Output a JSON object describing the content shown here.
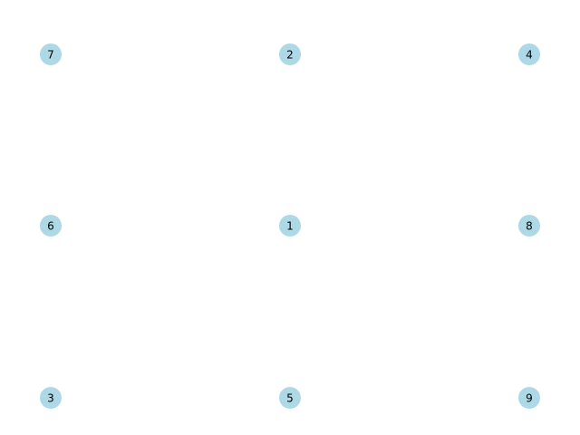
{
  "graph": {
    "node_color": "#add8e6",
    "label_color": "#000000",
    "nodes": [
      {
        "id": "7",
        "label": "7"
      },
      {
        "id": "2",
        "label": "2"
      },
      {
        "id": "4",
        "label": "4"
      },
      {
        "id": "6",
        "label": "6"
      },
      {
        "id": "1",
        "label": "1"
      },
      {
        "id": "8",
        "label": "8"
      },
      {
        "id": "3",
        "label": "3"
      },
      {
        "id": "5",
        "label": "5"
      },
      {
        "id": "9",
        "label": "9"
      }
    ],
    "edges": []
  }
}
